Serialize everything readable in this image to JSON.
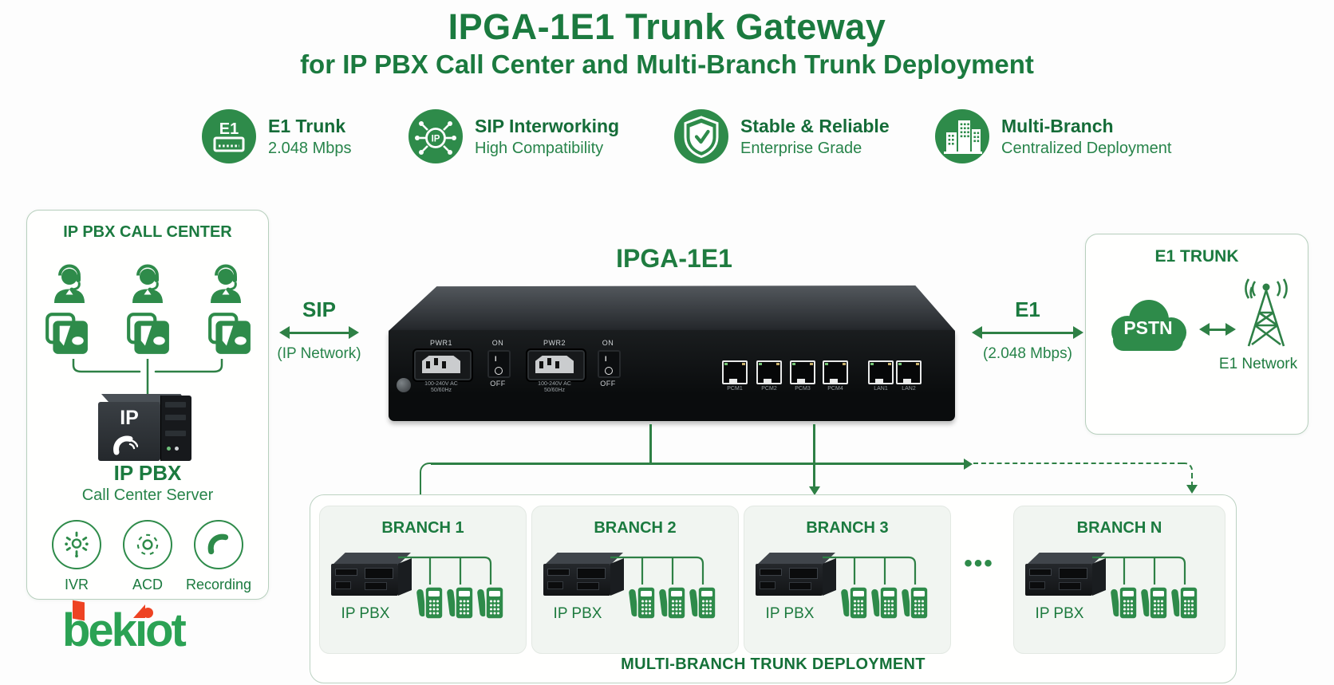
{
  "colors": {
    "accent_green": "#2e8b4a",
    "text_green": "#1b7a3f",
    "line_green": "#2e8045",
    "brand_green": "#2ba254",
    "brand_red": "#ee4323",
    "device_black": "#101214"
  },
  "header": {
    "title": "IPGA-1E1 Trunk Gateway",
    "subtitle": "for IP PBX Call Center and Multi-Branch Trunk Deployment"
  },
  "features": [
    {
      "icon": "e1-port-icon",
      "line1": "E1 Trunk",
      "line2": "2.048 Mbps"
    },
    {
      "icon": "sip-network-icon",
      "line1": "SIP Interworking",
      "line2": "High Compatibility"
    },
    {
      "icon": "shield-check-icon",
      "line1": "Stable & Reliable",
      "line2": "Enterprise Grade"
    },
    {
      "icon": "buildings-icon",
      "line1": "Multi-Branch",
      "line2": "Centralized Deployment"
    }
  ],
  "left_panel": {
    "title": "IP PBX CALL CENTER",
    "server_badge": "IP",
    "server_title": "IP PBX",
    "server_subtitle": "Call Center Server",
    "services": [
      {
        "icon": "ivr-icon",
        "label": "IVR"
      },
      {
        "icon": "acd-icon",
        "label": "ACD"
      },
      {
        "icon": "recording-icon",
        "label": "Recording"
      }
    ]
  },
  "brand": {
    "name": "bekiot",
    "seg1": "bek",
    "seg2": "ıot"
  },
  "links": {
    "sip": {
      "label": "SIP",
      "sublabel": "(IP Network)"
    },
    "e1": {
      "label": "E1",
      "sublabel": "(2.048 Mbps)"
    }
  },
  "device": {
    "model": "IPGA-1E1",
    "pwr1_label": "PWR1",
    "pwr2_label": "PWR2",
    "on_label": "ON",
    "off_label": "OFF",
    "voltage_label": "100-240V AC",
    "frequency_label": "50/60Hz",
    "pcm_ports": [
      "PCM1",
      "PCM2",
      "PCM3",
      "PCM4"
    ],
    "lan_ports": [
      "LAN1",
      "LAN2"
    ]
  },
  "right_panel": {
    "title": "E1 TRUNK",
    "cloud_label": "PSTN",
    "network_label": "E1 Network"
  },
  "branches": {
    "caption": "MULTI-BRANCH TRUNK DEPLOYMENT",
    "ellipsis": "•••",
    "items": [
      {
        "title": "BRANCH 1",
        "device_label": "IP PBX"
      },
      {
        "title": "BRANCH 2",
        "device_label": "IP PBX"
      },
      {
        "title": "BRANCH 3",
        "device_label": "IP PBX"
      },
      {
        "title": "BRANCH N",
        "device_label": "IP PBX"
      }
    ]
  }
}
